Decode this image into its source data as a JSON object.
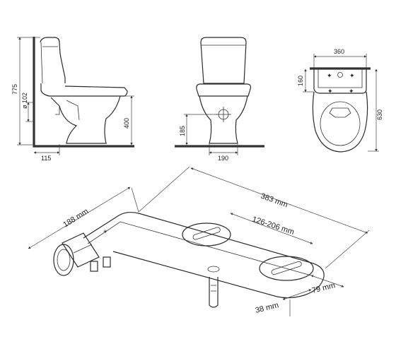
{
  "dimensions": {
    "side_view": {
      "height_total": "775",
      "outlet_diameter": "ø 102",
      "seat_height": "400",
      "outlet_offset": "115"
    },
    "front_view": {
      "outlet_height": "185",
      "base_width": "190"
    },
    "top_view": {
      "tank_width": "360",
      "tank_depth": "160",
      "total_depth": "630"
    },
    "bidet_attachment": {
      "length": "383 mm",
      "width": "188 mm",
      "hole_spacing": "126-206 mm",
      "slot_offset": "79 mm",
      "end_width": "38 mm"
    }
  }
}
